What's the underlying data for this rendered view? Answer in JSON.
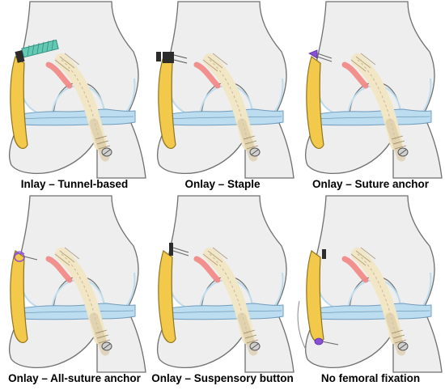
{
  "panels": [
    {
      "id": "p1",
      "caption": "Inlay – Tunnel-based",
      "fixation": "tunnel"
    },
    {
      "id": "p2",
      "caption": "Onlay – Staple",
      "fixation": "staple"
    },
    {
      "id": "p3",
      "caption": "Onlay – Suture anchor",
      "fixation": "anchor"
    },
    {
      "id": "p4",
      "caption": "Onlay – All-suture anchor",
      "fixation": "allsuture"
    },
    {
      "id": "p5",
      "caption": "Onlay – Suspensory button",
      "fixation": "button"
    },
    {
      "id": "p6",
      "caption": "No femoral fixation",
      "fixation": "none"
    }
  ],
  "colors": {
    "bone_fill": "#eeeeee",
    "bone_stroke": "#6f6f6f",
    "cartilage": "#e6f2fa",
    "meniscus": "#bcdcef",
    "graft": "#f2c94a",
    "graft_stroke": "#8f7420",
    "acl": "#f1e6c6",
    "pcl": "#f08a86",
    "tunnel_screw": "#63c8b4",
    "device_dark": "#2c2c2c",
    "anchor_purple": "#8a4fd6"
  }
}
